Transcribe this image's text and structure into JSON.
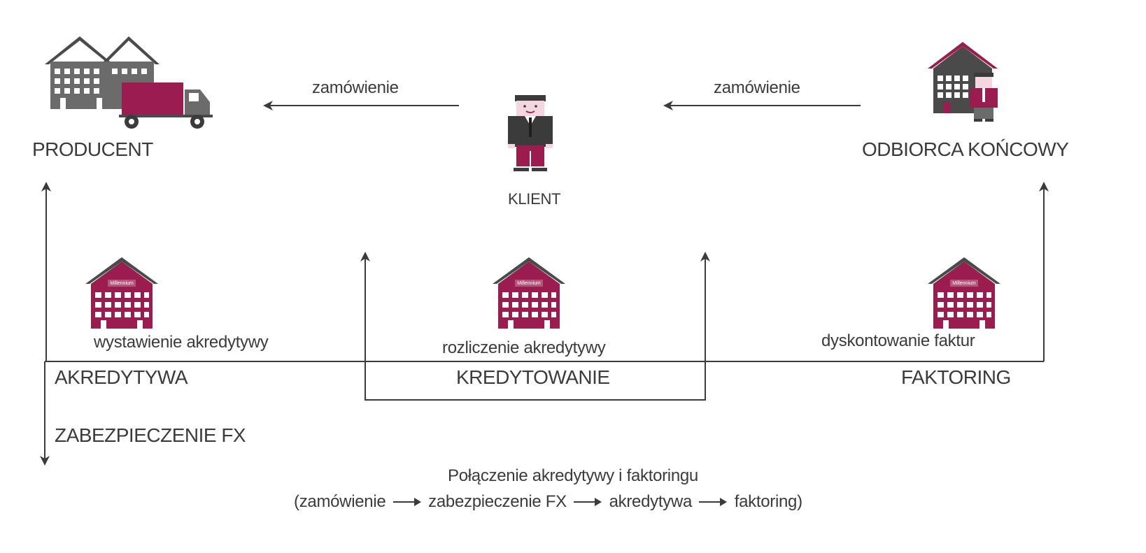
{
  "colors": {
    "accent": "#9b1d4f",
    "dark": "#3b3b3b",
    "gray": "#6b6b6b"
  },
  "nodes": {
    "producent": "PRODUCENT",
    "klient": "KLIENT",
    "odbiorca": "ODBIORCA KOŃCOWY"
  },
  "flows": {
    "order_left": "zamówienie",
    "order_right": "zamówienie"
  },
  "banks": {
    "sign": "Millennium",
    "left_action": "wystawienie akredytywy",
    "center_action": "rozliczenie akredytywy",
    "right_action": "dyskontowanie faktur"
  },
  "products": {
    "akredytywa": "AKREDYTYWA",
    "kredytowanie": "KREDYTOWANIE",
    "faktoring": "FAKTORING",
    "zabezpieczenie": "ZABEZPIECZENIE FX"
  },
  "footer": {
    "title": "Połączenie akredytywy i faktoringu",
    "step1": "(zamówienie",
    "step2": "zabezpieczenie FX",
    "step3": "akredytywa",
    "step4": "faktoring)"
  },
  "icons": {
    "producer": "factory-with-truck-icon",
    "client": "businessman-icon",
    "end_customer": "house-with-person-icon",
    "bank": "bank-building-icon"
  }
}
